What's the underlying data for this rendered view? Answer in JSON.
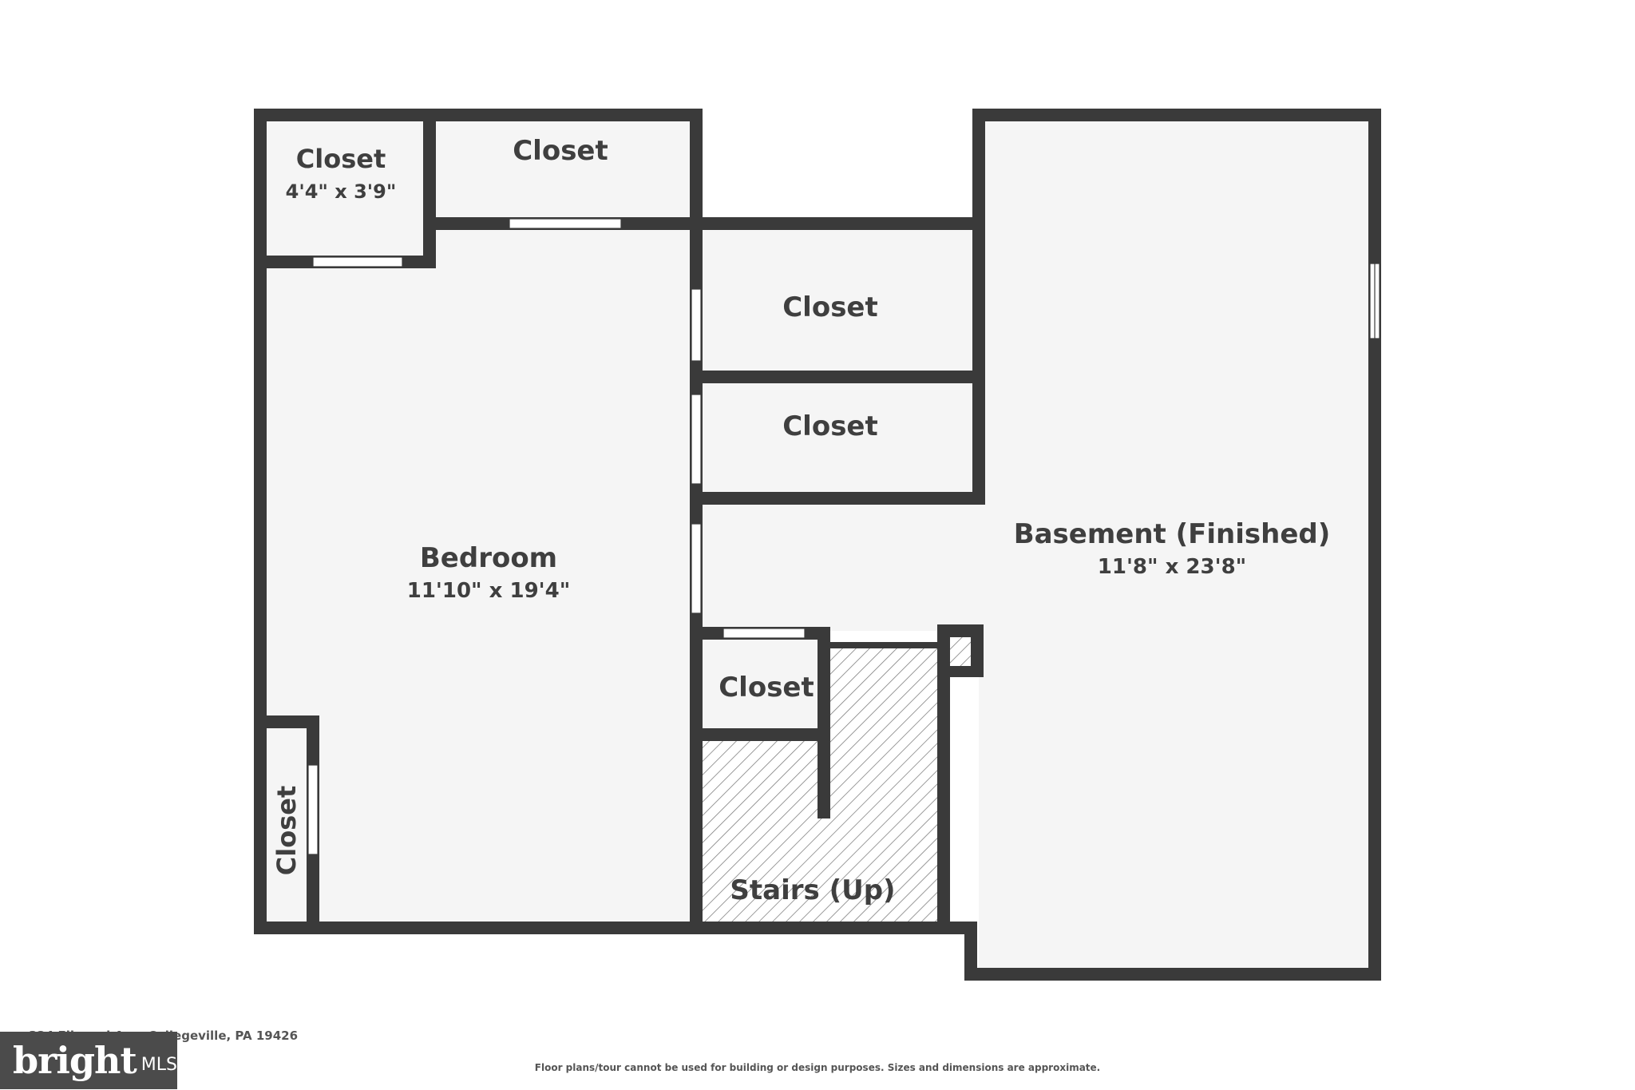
{
  "rooms": {
    "closet_top_left": {
      "name": "Closet",
      "dims": "4'4\" x 3'9\""
    },
    "closet_top_mid": {
      "name": "Closet"
    },
    "closet_mid_upper": {
      "name": "Closet"
    },
    "closet_mid_lower": {
      "name": "Closet"
    },
    "bedroom": {
      "name": "Bedroom",
      "dims": "11'10\" x 19'4\""
    },
    "basement": {
      "name": "Basement (Finished)",
      "dims": "11'8\" x 23'8\""
    },
    "closet_small": {
      "name": "Closet"
    },
    "closet_left_vertical": {
      "name": "Closet"
    },
    "stairs": {
      "name": "Stairs (Up)"
    }
  },
  "footer": {
    "address": "324 Ellwood Ave, Collegeville, PA 19426",
    "disclaimer": "Floor plans/tour cannot be used for building or design purposes. Sizes and dimensions are approximate.",
    "logo_text": "bright",
    "logo_sub": "MLS"
  },
  "colors": {
    "wall": "#3a3a3a",
    "floor": "#f5f5f5",
    "text": "#3f3f3f"
  }
}
